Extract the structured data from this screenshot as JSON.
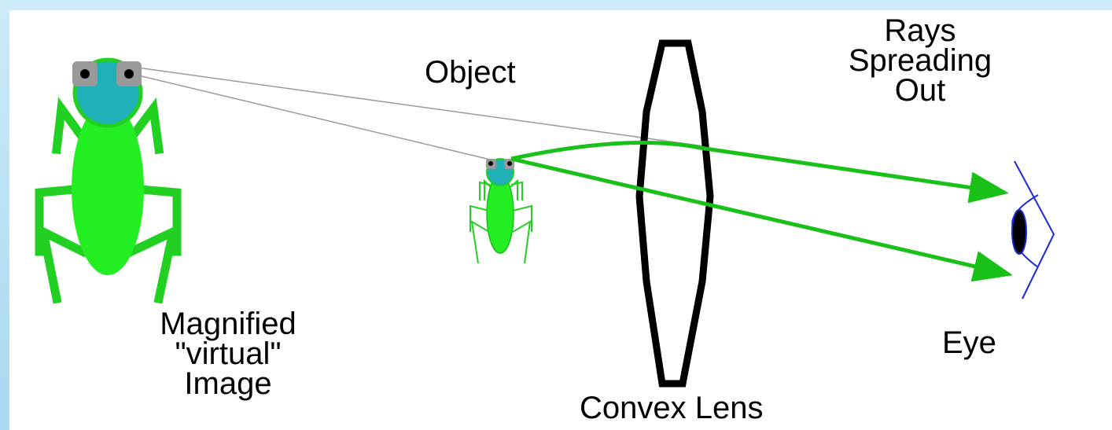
{
  "labels": {
    "object": "Object",
    "rays_line1": "Rays",
    "rays_line2": "Spreading",
    "rays_line3": "Out",
    "eye": "Eye",
    "magnified_line1": "Magnified",
    "magnified_line2": "\"virtual\"",
    "magnified_line3": "Image",
    "lens": "Convex Lens"
  },
  "colors": {
    "ray": "#18c018",
    "bug_body": "#22ee22",
    "bug_legs": "#22d022",
    "bug_head": "#1fb0b8",
    "eye_outline": "#1a2ad6",
    "lens": "#000000",
    "construction_line": "#9a9a9a"
  }
}
